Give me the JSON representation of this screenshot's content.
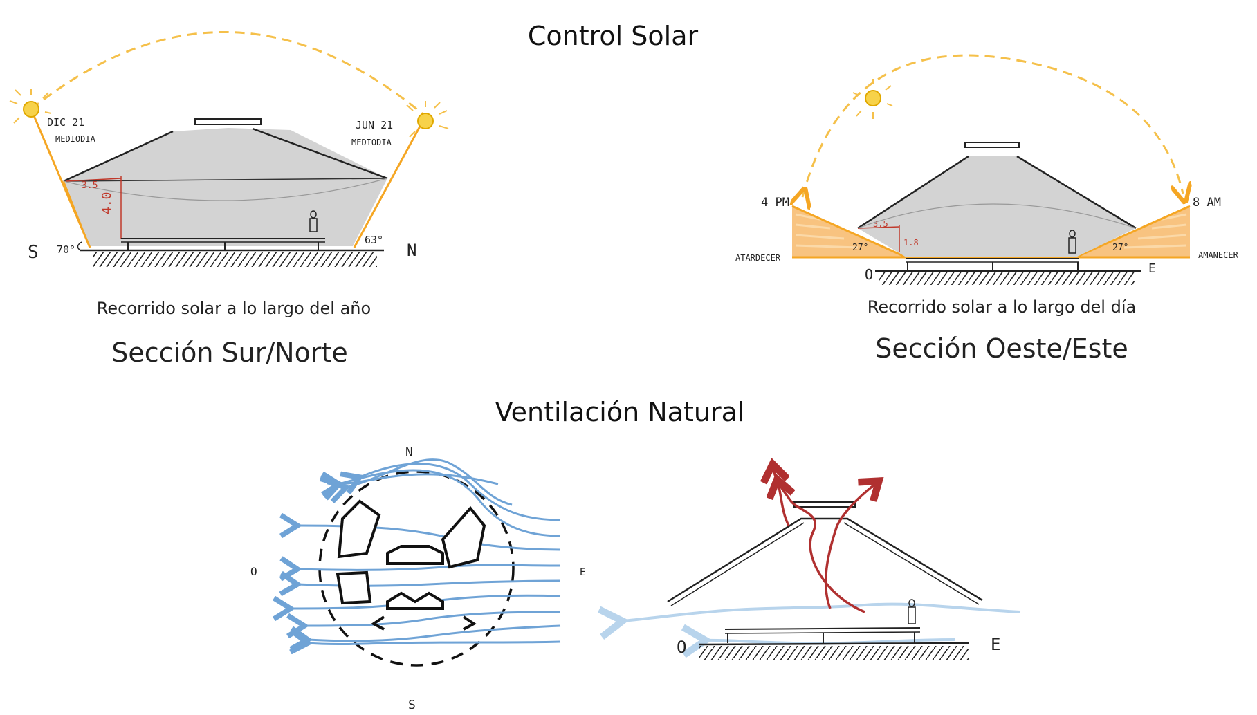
{
  "titles": {
    "control_solar": "Control Solar",
    "ventilacion": "Ventilación Natural"
  },
  "left_diagram": {
    "caption": "Recorrido solar a lo largo del año",
    "section": "Sección Sur/Norte",
    "sun_left_date": "DIC 21",
    "sun_left_time": "MEDIODIA",
    "sun_right_date": "JUN 21",
    "sun_right_time": "MEDIODIA",
    "angle_left": "70°",
    "angle_right": "63°",
    "dim_width": "3.5",
    "dim_height": "4.0",
    "dir_left": "S",
    "dir_right": "N"
  },
  "right_diagram": {
    "caption": "Recorrido solar a lo largo del día",
    "section": "Sección Oeste/Este",
    "time_left": "4 PM",
    "time_right": "8 AM",
    "label_left": "ATARDECER",
    "label_right": "AMANECER",
    "angle_left": "27°",
    "angle_right": "27°",
    "dim_width": "3.5",
    "dim_height": "1.8",
    "dir_left": "O",
    "dir_right": "E"
  },
  "plan_diagram": {
    "north": "N",
    "south": "S",
    "west": "O",
    "east": "E"
  },
  "vent_section": {
    "west": "O",
    "east": "E"
  },
  "colors": {
    "sun_orange": "#f5a623",
    "roof_gray": "#d3d3d3",
    "wind_blue": "#6fa3d6",
    "hot_air_red": "#b03030"
  }
}
